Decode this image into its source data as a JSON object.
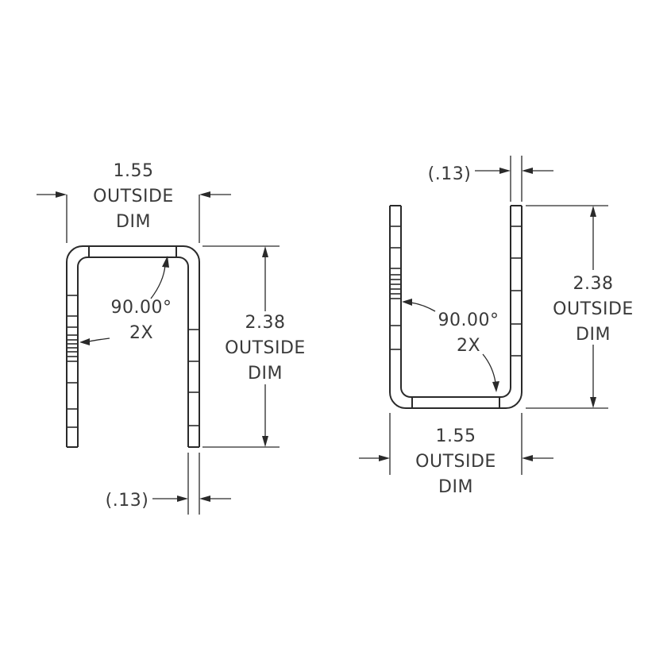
{
  "views": [
    {
      "width_value": "1.55",
      "width_label_1": "OUTSIDE",
      "width_label_2": "DIM",
      "height_value": "2.38",
      "height_label_1": "OUTSIDE",
      "height_label_2": "DIM",
      "angle_value": "90.00°",
      "angle_count": "2X",
      "thickness_value": "(.13)"
    },
    {
      "width_value": "1.55",
      "width_label_1": "OUTSIDE",
      "width_label_2": "DIM",
      "height_value": "2.38",
      "height_label_1": "OUTSIDE",
      "height_label_2": "DIM",
      "angle_value": "90.00°",
      "angle_count": "2X",
      "thickness_value": "(.13)"
    }
  ],
  "colors": {
    "line": "#2a2a2a",
    "text": "#3a3a3a",
    "background": "#ffffff"
  }
}
